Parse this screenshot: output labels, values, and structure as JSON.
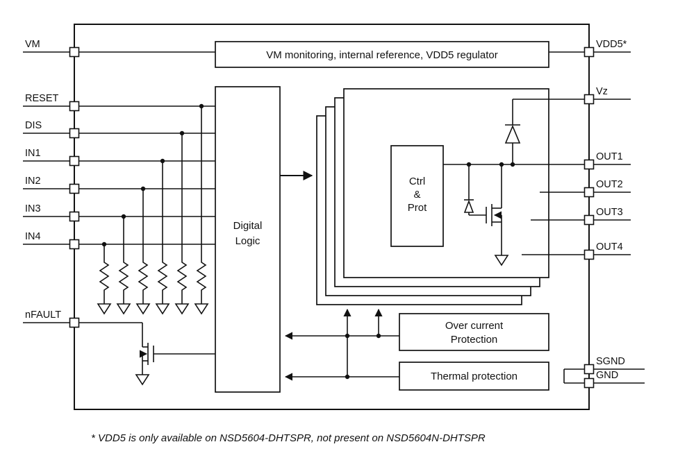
{
  "pins": {
    "vm": "VM",
    "reset": "RESET",
    "dis": "DIS",
    "in1": "IN1",
    "in2": "IN2",
    "in3": "IN3",
    "in4": "IN4",
    "nfault": "nFAULT",
    "vdd5": "VDD5*",
    "vz": "Vz",
    "out1": "OUT1",
    "out2": "OUT2",
    "out3": "OUT3",
    "out4": "OUT4",
    "sgnd": "SGND",
    "gnd": "GND"
  },
  "blocks": {
    "vm_monitoring": "VM monitoring, internal reference, VDD5 regulator",
    "digital_logic": [
      "Digital",
      "Logic"
    ],
    "ctrl_prot": [
      "Ctrl",
      "&",
      "Prot"
    ],
    "over_current": [
      "Over current",
      "Protection"
    ],
    "thermal": "Thermal protection"
  },
  "footnote": "* VDD5 is only available on NSD5604-DHTSPR, not present on NSD5604N-DHTSPR"
}
